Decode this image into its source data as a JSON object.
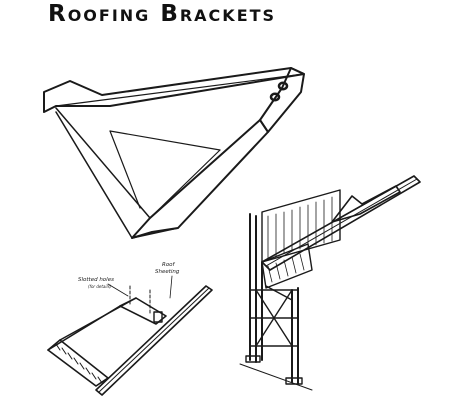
{
  "title": "Roofing Brackets",
  "labels": {
    "slotted_holes": "Slotted holes",
    "slotted_holes_sub": "(for details)",
    "roof_sheeting_line1": "Roof",
    "roof_sheeting_line2": "Sheeting"
  }
}
